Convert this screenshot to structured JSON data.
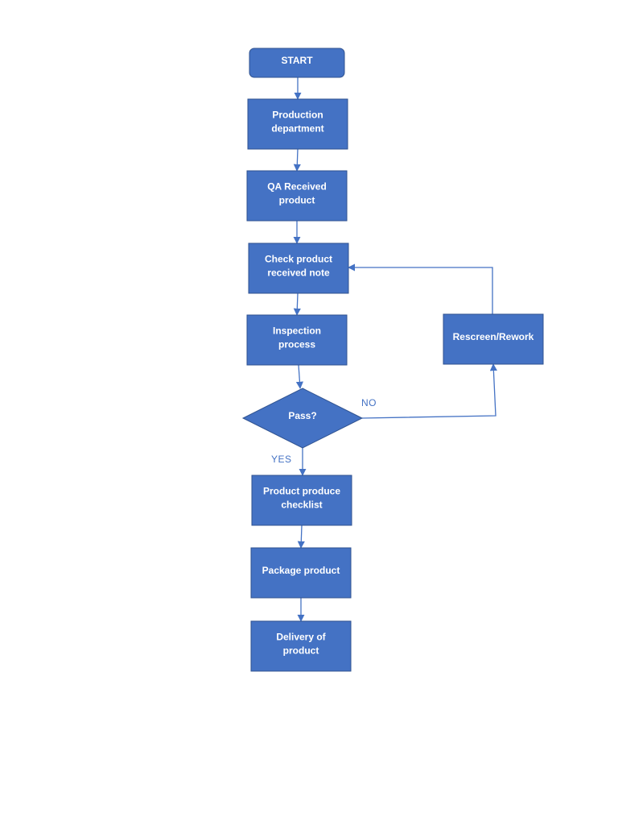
{
  "colors": {
    "fill": "#4472C4",
    "stroke": "#2F528F",
    "line": "#4472C4",
    "text": "#FFFFFF",
    "label": "#4472C4"
  },
  "nodes": [
    {
      "id": "start",
      "shape": "rounded",
      "lines": [
        "START"
      ]
    },
    {
      "id": "production",
      "shape": "rect",
      "lines": [
        "Production",
        "department"
      ]
    },
    {
      "id": "qa",
      "shape": "rect",
      "lines": [
        "QA Received",
        "product"
      ]
    },
    {
      "id": "check",
      "shape": "rect",
      "lines": [
        "Check product",
        "received note"
      ]
    },
    {
      "id": "inspection",
      "shape": "rect",
      "lines": [
        "Inspection",
        "process"
      ]
    },
    {
      "id": "pass",
      "shape": "diamond",
      "lines": [
        "Pass?"
      ]
    },
    {
      "id": "checklist",
      "shape": "rect",
      "lines": [
        "Product produce",
        "checklist"
      ]
    },
    {
      "id": "package",
      "shape": "rect",
      "lines": [
        "Package product"
      ]
    },
    {
      "id": "delivery",
      "shape": "rect",
      "lines": [
        "Delivery of",
        "product"
      ]
    },
    {
      "id": "rework",
      "shape": "rect",
      "lines": [
        "Rescreen/Rework"
      ]
    }
  ],
  "edges": [
    {
      "from": "start",
      "to": "production",
      "label": ""
    },
    {
      "from": "production",
      "to": "qa",
      "label": ""
    },
    {
      "from": "qa",
      "to": "check",
      "label": ""
    },
    {
      "from": "check",
      "to": "inspection",
      "label": ""
    },
    {
      "from": "inspection",
      "to": "pass",
      "label": ""
    },
    {
      "from": "pass",
      "to": "checklist",
      "label": "YES"
    },
    {
      "from": "checklist",
      "to": "package",
      "label": ""
    },
    {
      "from": "package",
      "to": "delivery",
      "label": ""
    },
    {
      "from": "pass",
      "to": "rework",
      "label": "NO"
    },
    {
      "from": "rework",
      "to": "check",
      "label": ""
    }
  ]
}
